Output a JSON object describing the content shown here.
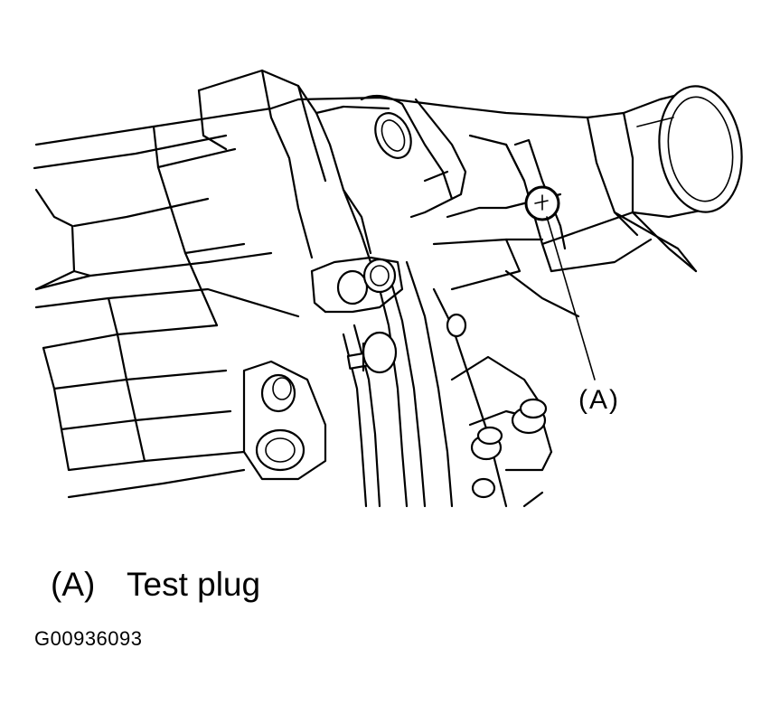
{
  "callout": {
    "marker": "(A)"
  },
  "legend": {
    "key": "(A)",
    "text": "Test plug"
  },
  "figure_id": "G00936093"
}
